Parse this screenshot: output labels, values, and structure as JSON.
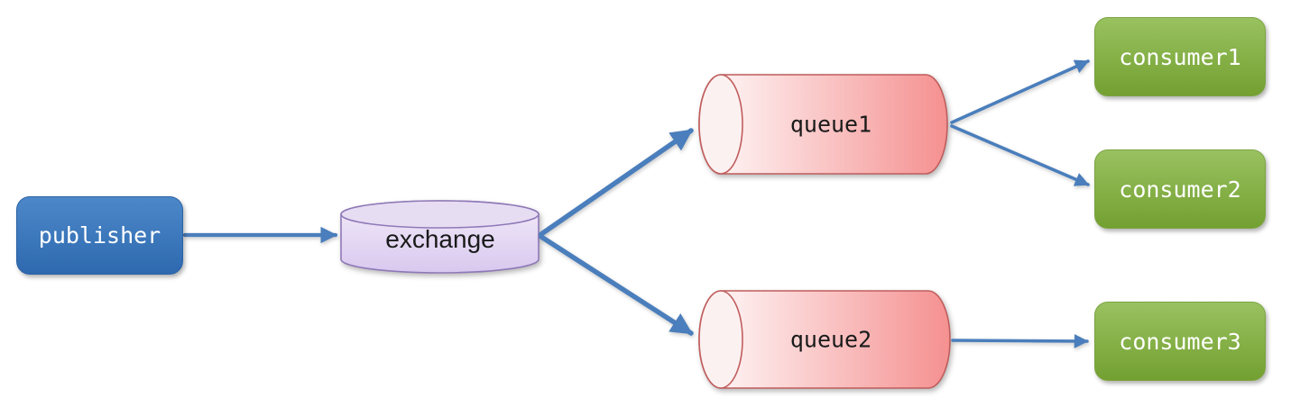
{
  "diagram": {
    "kind": "message-broker-flow",
    "background": "#ffffff",
    "nodes": {
      "publisher": {
        "label": "publisher",
        "shape": "rounded-rectangle",
        "fill_top": "#4c88c9",
        "fill_bottom": "#2e69af",
        "border": "#2b62a5",
        "text_color": "#ffffff"
      },
      "exchange": {
        "label": "exchange",
        "shape": "cylinder-vertical",
        "fill_top": "#f2ecf9",
        "fill_bottom": "#d9c8ef",
        "cap_fill": "#e7ddf3",
        "border": "#8f79b7",
        "text_color": "#1a1a1a"
      },
      "queue1": {
        "label": "queue1",
        "shape": "cylinder-horizontal",
        "fill_left": "#fffcfc",
        "fill_right": "#f59090",
        "cap_fill": "#fcf1f1",
        "border": "#c05d5d",
        "text_color": "#1a1a1a"
      },
      "queue2": {
        "label": "queue2",
        "shape": "cylinder-horizontal",
        "fill_left": "#fffcfc",
        "fill_right": "#f59090",
        "cap_fill": "#fcf1f1",
        "border": "#c05d5d",
        "text_color": "#1a1a1a"
      },
      "consumer1": {
        "label": "consumer1",
        "shape": "rounded-rectangle",
        "fill_top": "#99c260",
        "fill_bottom": "#73a031",
        "border": "#7ca342",
        "text_color": "#ffffff"
      },
      "consumer2": {
        "label": "consumer2",
        "shape": "rounded-rectangle",
        "fill_top": "#99c260",
        "fill_bottom": "#73a031",
        "border": "#7ca342",
        "text_color": "#ffffff"
      },
      "consumer3": {
        "label": "consumer3",
        "shape": "rounded-rectangle",
        "fill_top": "#99c260",
        "fill_bottom": "#73a031",
        "border": "#7ca342",
        "text_color": "#ffffff"
      }
    },
    "edges": [
      {
        "from": "publisher",
        "to": "exchange"
      },
      {
        "from": "exchange",
        "to": "queue1"
      },
      {
        "from": "exchange",
        "to": "queue2"
      },
      {
        "from": "queue1",
        "to": "consumer1"
      },
      {
        "from": "queue1",
        "to": "consumer2"
      },
      {
        "from": "queue2",
        "to": "consumer3"
      }
    ],
    "colors": {
      "arrow": "#4a7ebc"
    }
  }
}
